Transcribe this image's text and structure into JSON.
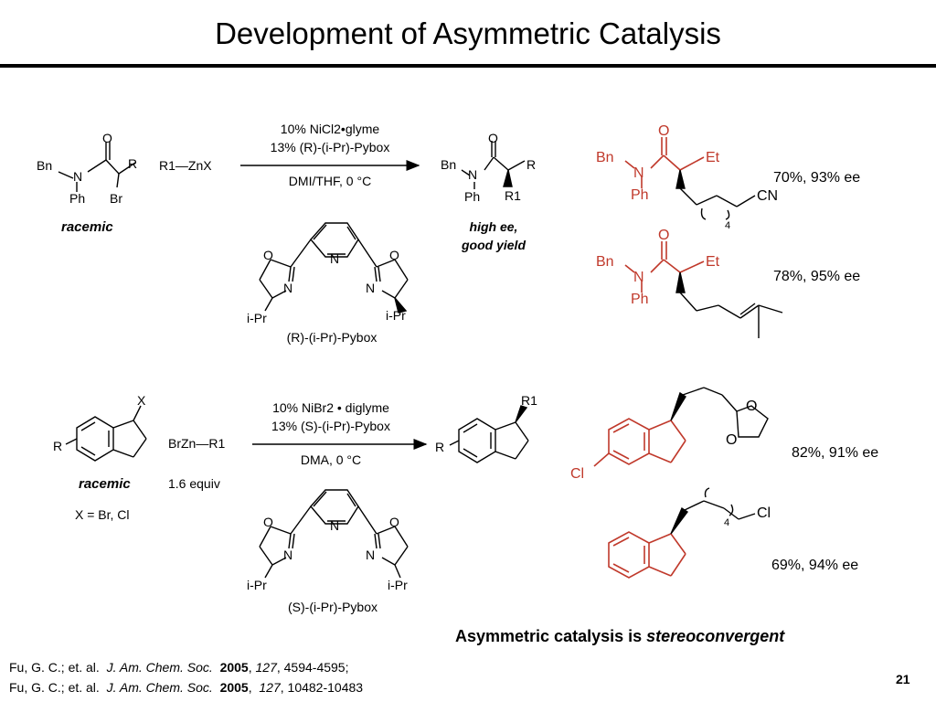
{
  "slide": {
    "title": "Development of Asymmetric Catalysis",
    "page_number": "21"
  },
  "reaction1": {
    "reactant_labels": {
      "bn": "Bn",
      "n": "N",
      "ph": "Ph",
      "o": "O",
      "br": "Br",
      "r": "R"
    },
    "racemic_label": "racemic",
    "reagent": "R1—ZnX",
    "conditions": [
      "10% NiCl2•glyme",
      "13% (R)-(i-Pr)-Pybox",
      "DMI/THF, 0 °C"
    ],
    "product_labels": {
      "bn": "Bn",
      "n": "N",
      "ph": "Ph",
      "o": "O",
      "r": "R",
      "r1": "R1"
    },
    "result": [
      "high ee,",
      "good yield"
    ],
    "ligand_name": "(R)-(i-Pr)-Pybox",
    "ligand_labels": {
      "o": "O",
      "n": "N",
      "ipr": "i-Pr"
    },
    "examples": [
      {
        "yield": "70%, 93% ee",
        "labels": {
          "bn": "Bn",
          "n": "N",
          "ph": "Ph",
          "o": "O",
          "et": "Et",
          "cn": "CN",
          "sub": "4"
        }
      },
      {
        "yield": "78%, 95% ee",
        "labels": {
          "bn": "Bn",
          "n": "N",
          "ph": "Ph",
          "o": "O",
          "et": "Et"
        }
      }
    ]
  },
  "reaction2": {
    "reactant_labels": {
      "x": "X",
      "r": "R"
    },
    "racemic_label": "racemic",
    "x_def": "X = Br, Cl",
    "reagent": "BrZn—R1",
    "equiv": "1.6 equiv",
    "conditions": [
      "10% NiBr2 • diglyme",
      "13% (S)-(i-Pr)-Pybox",
      "DMA, 0 °C"
    ],
    "product_labels": {
      "r": "R",
      "r1": "R1"
    },
    "ligand_name": "(S)-(i-Pr)-Pybox",
    "ligand_labels": {
      "o": "O",
      "n": "N",
      "ipr": "i-Pr"
    },
    "examples": [
      {
        "yield": "82%, 91% ee",
        "labels": {
          "cl": "Cl",
          "o": "O"
        }
      },
      {
        "yield": "69%, 94% ee",
        "labels": {
          "cl": "Cl",
          "sub": "4"
        }
      }
    ]
  },
  "conclusion": {
    "prefix": "Asymmetric catalysis is",
    "emphasis": "stereoconvergent"
  },
  "citations": [
    {
      "authors": "Fu, G. C.; et. al.",
      "journal": "J. Am. Chem. Soc.",
      "year": "2005",
      "volume": "127",
      "pages": "4594-4595;"
    },
    {
      "authors": "Fu, G.  C.; et. al.",
      "journal": "J. Am. Chem. Soc.",
      "year": "2005",
      "volume": "127",
      "pages": "10482-10483"
    }
  ],
  "colors": {
    "highlight": "#c0392b",
    "ink": "#000000"
  }
}
